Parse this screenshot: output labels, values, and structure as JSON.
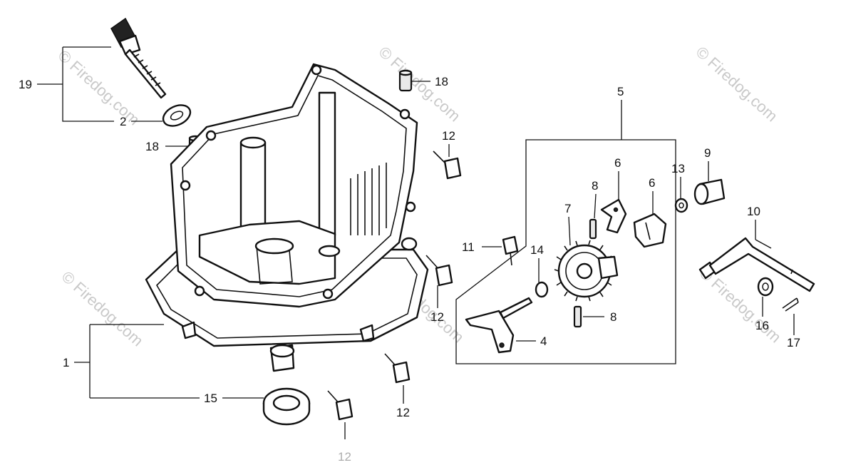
{
  "watermark": "© Firedog.com",
  "callouts": {
    "c1": "1",
    "c2": "2",
    "c4": "4",
    "c5": "5",
    "c6a": "6",
    "c6b": "6",
    "c7": "7",
    "c8a": "8",
    "c8b": "8",
    "c9": "9",
    "c10": "10",
    "c11": "11",
    "c12a": "12",
    "c12b": "12",
    "c12c": "12",
    "c12d": "12",
    "c13": "13",
    "c14": "14",
    "c15": "15",
    "c16": "16",
    "c17": "17",
    "c18a": "18",
    "c18b": "18",
    "c19": "19"
  }
}
